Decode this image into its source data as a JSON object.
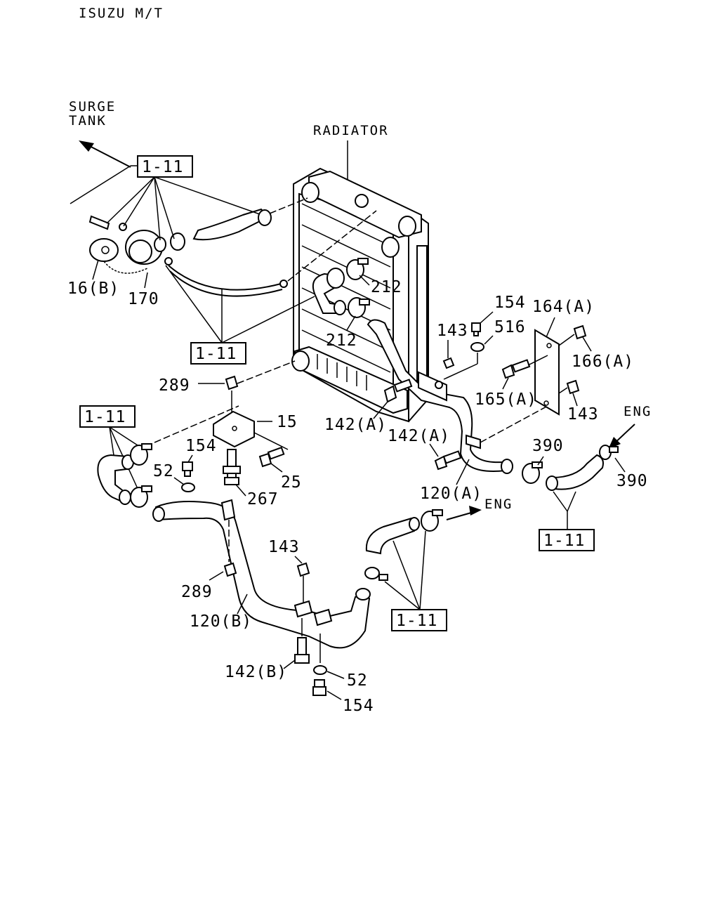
{
  "header": {
    "title": "ISUZU M/T"
  },
  "labels": {
    "surge_tank": [
      "SURGE",
      "TANK"
    ],
    "radiator": "RADIATOR",
    "eng_right": "ENG",
    "eng_bottom": "ENG"
  },
  "ref_boxes": {
    "top_left": "1-11",
    "mid_left": "1-11",
    "left": "1-11",
    "right": "1-11",
    "bottom": "1-11"
  },
  "callouts": {
    "p16b": "16(B)",
    "p170": "170",
    "p212a": "212",
    "p212b": "212",
    "p154_top": "154",
    "p164a": "164(A)",
    "p143_top": "143",
    "p516": "516",
    "p166a": "166(A)",
    "p165a": "165(A)",
    "p143_right": "143",
    "p289_top": "289",
    "p15": "15",
    "p142a_1": "142(A)",
    "p142a_2": "142(A)",
    "p154_mid": "154",
    "p52_mid": "52",
    "p25": "25",
    "p267": "267",
    "p390_left": "390",
    "p390_right": "390",
    "p120a": "120(A)",
    "p143_bottom": "143",
    "p289_bottom": "289",
    "p120b": "120(B)",
    "p142b": "142(B)",
    "p52_bottom": "52",
    "p154_bottom": "154"
  }
}
